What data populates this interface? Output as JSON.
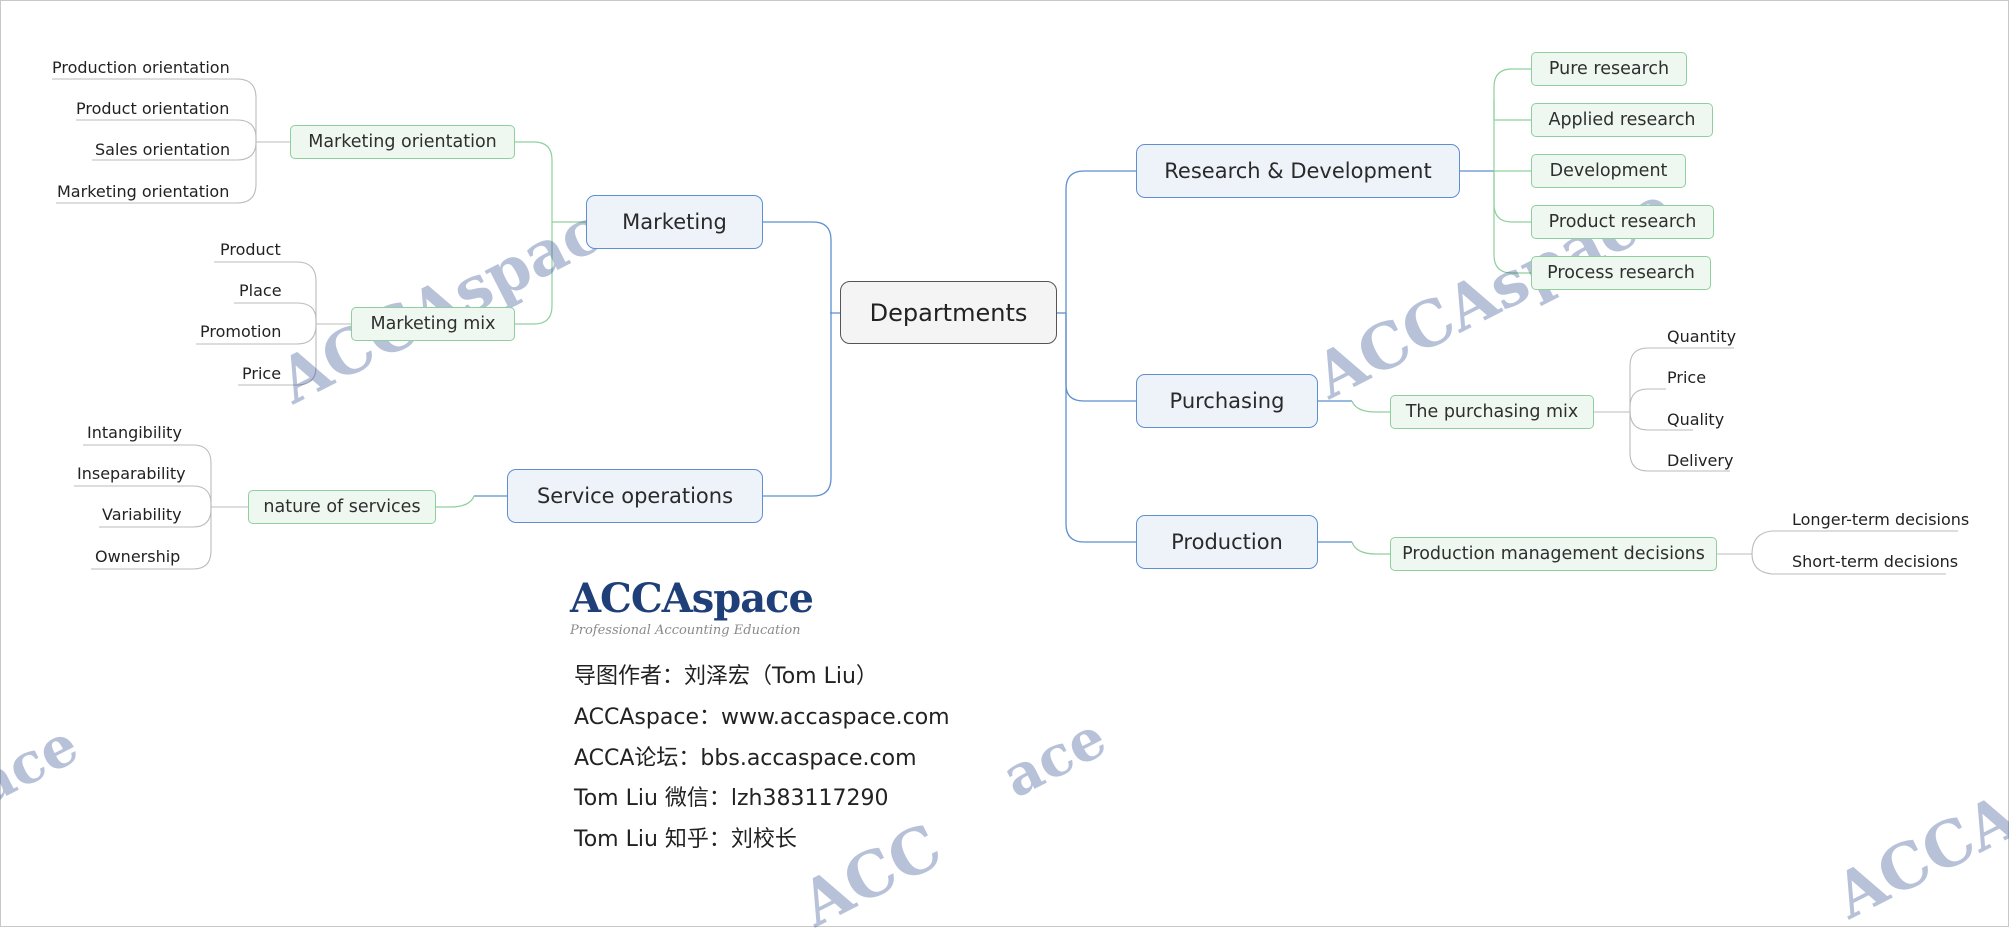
{
  "mindmap": {
    "root": "Departments",
    "branches": {
      "marketing": {
        "label": "Marketing",
        "marketing_orientation": {
          "label": "Marketing orientation",
          "items": [
            "Production orientation",
            "Product orientation",
            "Sales orientation",
            "Marketing orientation"
          ]
        },
        "marketing_mix": {
          "label": "Marketing mix",
          "items": [
            "Product",
            "Place",
            "Promotion",
            "Price"
          ]
        }
      },
      "service_operations": {
        "label": "Service operations",
        "nature_of_services": {
          "label": "nature of services",
          "items": [
            "Intangibility",
            "Inseparability",
            "Variability",
            "Ownership"
          ]
        }
      },
      "research_development": {
        "label": "Research & Development",
        "items": [
          "Pure research",
          "Applied research",
          "Development",
          "Product research",
          "Process research"
        ]
      },
      "purchasing": {
        "label": "Purchasing",
        "purchasing_mix": {
          "label": "The purchasing mix",
          "items": [
            "Quantity",
            "Price",
            "Quality",
            "Delivery"
          ]
        }
      },
      "production": {
        "label": "Production",
        "decisions": {
          "label": "Production management decisions",
          "items": [
            "Longer-term decisions",
            "Short-term decisions"
          ]
        }
      }
    }
  },
  "brand": {
    "logo": "ACCAspace",
    "tagline": "Professional Accounting Education",
    "lines": [
      "导图作者：刘泽宏（Tom  Liu）",
      "ACCAspace：www.accaspace.com",
      "ACCA论坛：bbs.accaspace.com",
      "Tom Liu 微信：lzh383117290",
      "Tom Liu 知乎：刘校长"
    ]
  },
  "watermarks": [
    "ACCAspace",
    "ACCAspace",
    "ace",
    "ace",
    "ACC",
    "ACCA"
  ],
  "colors": {
    "main_border": "#5e8fcf",
    "main_fill": "#eef3fa",
    "sub_border": "#8fcf9d",
    "sub_fill": "#eff8f0",
    "root_border": "#555555",
    "brand_blue": "#1f3f79",
    "watermark": "#23468c"
  }
}
